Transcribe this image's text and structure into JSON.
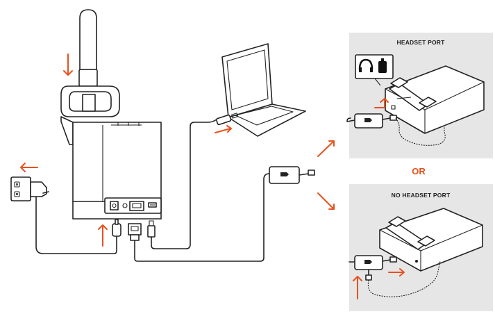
{
  "panels": {
    "headset_port": {
      "title": "HEADSET PORT"
    },
    "no_headset_port": {
      "title": "NO HEADSET PORT"
    }
  },
  "separator": {
    "label": "OR"
  },
  "colors": {
    "accent_arrow": "#e8501c",
    "panel_background": "#e6e6e7",
    "line": "#222222"
  },
  "icons": {
    "headset_port_badge": [
      "headset-icon",
      "handset-icon"
    ]
  }
}
